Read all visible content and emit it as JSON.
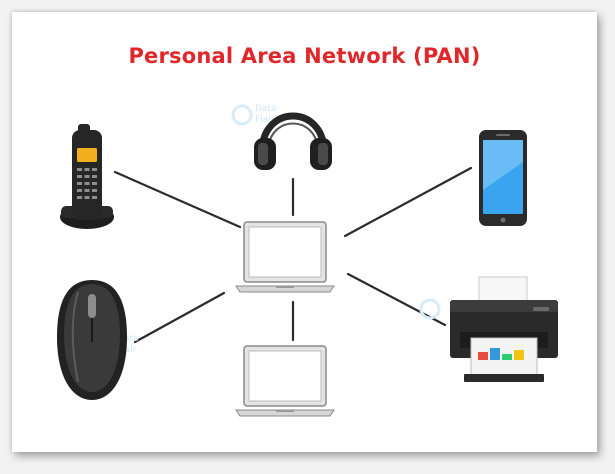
{
  "title": "Personal Area Network (PAN)",
  "colors": {
    "title": "#e0282c",
    "link": "#2b2b2b"
  },
  "nodes": [
    {
      "id": "laptop-center",
      "icon": "laptop-icon"
    },
    {
      "id": "cordless-phone",
      "icon": "cordless-phone-icon"
    },
    {
      "id": "headphones",
      "icon": "headphones-icon"
    },
    {
      "id": "smartphone",
      "icon": "smartphone-icon"
    },
    {
      "id": "mouse",
      "icon": "mouse-icon"
    },
    {
      "id": "laptop-bottom",
      "icon": "laptop-icon"
    },
    {
      "id": "printer",
      "icon": "printer-icon"
    }
  ],
  "watermark": {
    "line1": "Data",
    "line2": "Flair"
  }
}
